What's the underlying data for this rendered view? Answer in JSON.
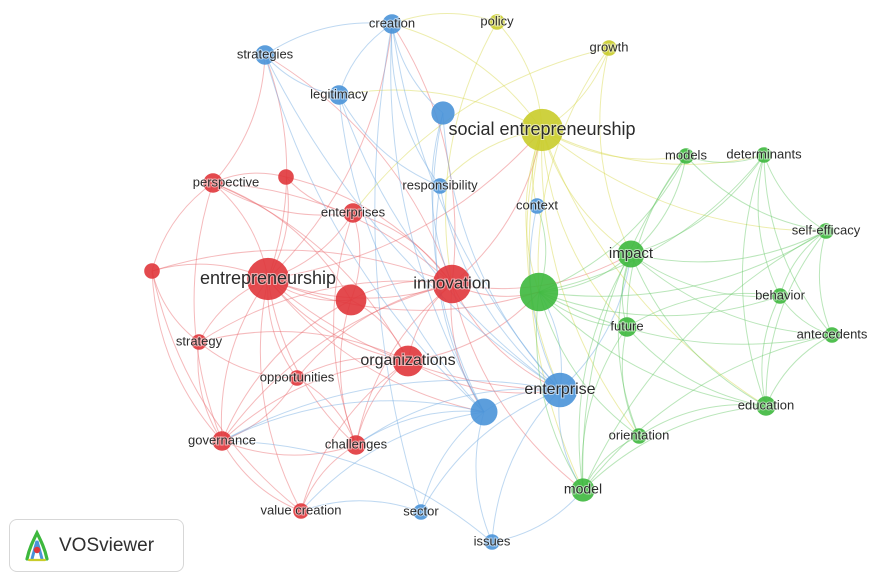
{
  "app": {
    "brand": "VOSviewer"
  },
  "clusters": {
    "red": {
      "node": "#e0363b",
      "link": "#e8666b"
    },
    "blue": {
      "node": "#4a93d8",
      "link": "#6fa8e0"
    },
    "green": {
      "node": "#3db83d",
      "link": "#66c766"
    },
    "yellow": {
      "node": "#c9cc2a",
      "link": "#d6d84a"
    }
  },
  "network": {
    "nodes": [
      {
        "id": "social-entrepreneurship",
        "label": "social entrepreneurship",
        "cluster": "yellow",
        "weight": 9
      },
      {
        "id": "policy",
        "label": "policy",
        "cluster": "yellow",
        "weight": 2
      },
      {
        "id": "growth",
        "label": "growth",
        "cluster": "yellow",
        "weight": 2
      },
      {
        "id": "creation",
        "label": "creation",
        "cluster": "blue",
        "weight": 3
      },
      {
        "id": "strategies",
        "label": "strategies",
        "cluster": "blue",
        "weight": 3
      },
      {
        "id": "legitimacy",
        "label": "legitimacy",
        "cluster": "blue",
        "weight": 3
      },
      {
        "id": "responsibility",
        "label": "responsibility",
        "cluster": "blue",
        "weight": 2
      },
      {
        "id": "context",
        "label": "context",
        "cluster": "blue",
        "weight": 2
      },
      {
        "id": "enterprise",
        "label": "enterprise",
        "cluster": "blue",
        "weight": 7
      },
      {
        "id": "sector",
        "label": "sector",
        "cluster": "blue",
        "weight": 2
      },
      {
        "id": "issues",
        "label": "issues",
        "cluster": "blue",
        "weight": 2
      },
      {
        "id": "blue-unlabeled-1",
        "label": "",
        "cluster": "blue",
        "weight": 4
      },
      {
        "id": "blue-unlabeled-2",
        "label": "",
        "cluster": "blue",
        "weight": 5
      },
      {
        "id": "entrepreneurship",
        "label": "entrepreneurship",
        "cluster": "red",
        "weight": 9
      },
      {
        "id": "innovation",
        "label": "innovation",
        "cluster": "red",
        "weight": 8
      },
      {
        "id": "organizations",
        "label": "organizations",
        "cluster": "red",
        "weight": 6
      },
      {
        "id": "perspective",
        "label": "perspective",
        "cluster": "red",
        "weight": 3
      },
      {
        "id": "enterprises",
        "label": "enterprises",
        "cluster": "red",
        "weight": 3
      },
      {
        "id": "strategy",
        "label": "strategy",
        "cluster": "red",
        "weight": 2
      },
      {
        "id": "opportunities",
        "label": "opportunities",
        "cluster": "red",
        "weight": 2
      },
      {
        "id": "governance",
        "label": "governance",
        "cluster": "red",
        "weight": 3
      },
      {
        "id": "challenges",
        "label": "challenges",
        "cluster": "red",
        "weight": 3
      },
      {
        "id": "value-creation",
        "label": "value creation",
        "cluster": "red",
        "weight": 2
      },
      {
        "id": "red-unlabeled-1",
        "label": "",
        "cluster": "red",
        "weight": 6
      },
      {
        "id": "red-unlabeled-2",
        "label": "",
        "cluster": "red",
        "weight": 2
      },
      {
        "id": "red-unlabeled-3",
        "label": "",
        "cluster": "red",
        "weight": 2
      },
      {
        "id": "impact",
        "label": "impact",
        "cluster": "green",
        "weight": 5
      },
      {
        "id": "models",
        "label": "models",
        "cluster": "green",
        "weight": 2
      },
      {
        "id": "determinants",
        "label": "determinants",
        "cluster": "green",
        "weight": 2
      },
      {
        "id": "self-efficacy",
        "label": "self-efficacy",
        "cluster": "green",
        "weight": 2
      },
      {
        "id": "behavior",
        "label": "behavior",
        "cluster": "green",
        "weight": 2
      },
      {
        "id": "antecedents",
        "label": "antecedents",
        "cluster": "green",
        "weight": 2
      },
      {
        "id": "future",
        "label": "future",
        "cluster": "green",
        "weight": 3
      },
      {
        "id": "education",
        "label": "education",
        "cluster": "green",
        "weight": 3
      },
      {
        "id": "orientation",
        "label": "orientation",
        "cluster": "green",
        "weight": 2
      },
      {
        "id": "model",
        "label": "model",
        "cluster": "green",
        "weight": 4
      },
      {
        "id": "green-unlabeled-1",
        "label": "",
        "cluster": "green",
        "weight": 8
      }
    ]
  }
}
